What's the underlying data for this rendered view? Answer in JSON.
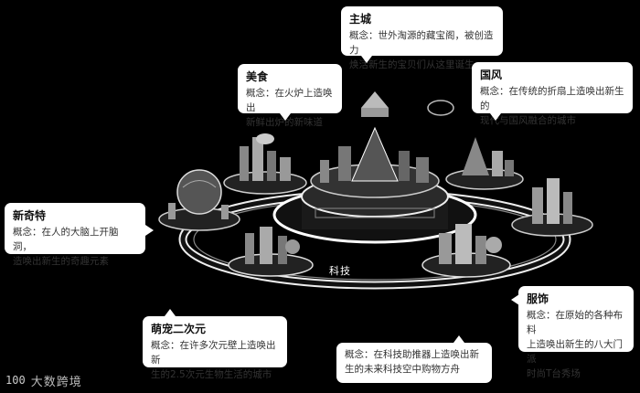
{
  "center_label": "科技",
  "logo": {
    "mark": "100",
    "name": "大数跨境"
  },
  "callouts": {
    "zhucheng": {
      "title": "主城",
      "line1": "概念：世外淘源的藏宝阁，被创造力",
      "line2": "焕活新生的宝贝们从这里诞生"
    },
    "meishi": {
      "title": "美食",
      "line1": "概念：在火炉上造唤出",
      "line2": "新鲜出炉的新味道"
    },
    "guofeng": {
      "title": "国风",
      "line1": "概念：在传统的折扇上造唤出新生的",
      "line2": "现代与国风融合的城市"
    },
    "xinqite": {
      "title": "新奇特",
      "line1": "概念：在人的大脑上开脑洞，",
      "line2": "造唤出新生的奇趣元素"
    },
    "fushi": {
      "title": "服饰",
      "line1": "概念：在原始的各种布料",
      "line2": "上造唤出新生的八大门派",
      "line3": "时尚T台秀场"
    },
    "mengchong": {
      "title": "萌宠二次元",
      "line1": "概念：在许多次元壁上造唤出新",
      "line2": "生的2.5次元生物生活的城市"
    },
    "keji": {
      "line1": "概念：在科技助推器上造唤出新",
      "line2": "生的未来科技空中购物方舟"
    }
  }
}
